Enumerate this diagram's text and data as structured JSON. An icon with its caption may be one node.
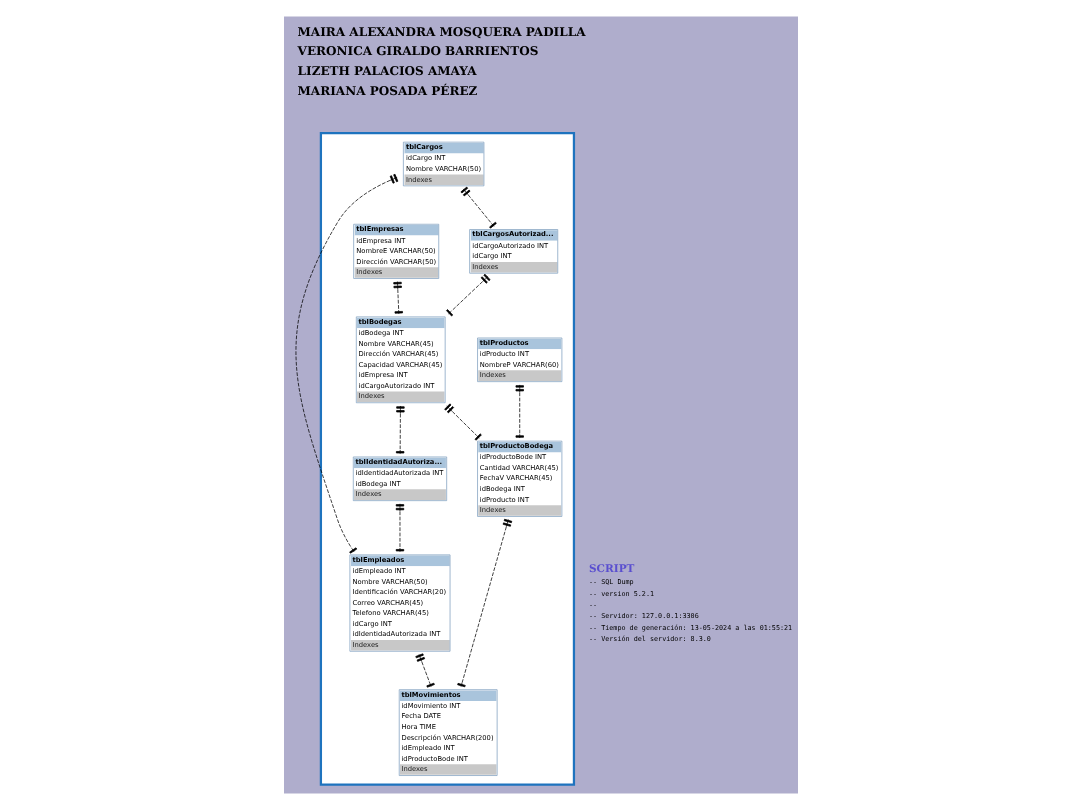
{
  "diagram": {
    "nodes": [
      {
        "text": [],
        "shape": "box"
      },
      {
        "text": [
          "tblCargos",
          "idCargo INT",
          "Nombre VARCHAR(50)",
          "Indexes"
        ],
        "in": 0
      },
      {
        "text": [
          "tblCargosAutorizad...",
          "idCargoAutorizado INT",
          "idCargo INT",
          "Indexes"
        ],
        "in": 0
      },
      {
        "text": [
          "tblEmpresas",
          "idEmpresa INT",
          "NombreE VARCHAR(50)",
          "Dirección VARCHAR(50)",
          "Indexes"
        ],
        "in": 0
      },
      {
        "text": [
          "tblEmpleados",
          "idEmpleado INT",
          "Nombre VARCHAR(50)",
          "Identificación VARCHAR(20)",
          "Correo VARCHAR(45)",
          "Telefono VARCHAR(45)",
          "idCargo INT",
          "idIdentidadAutorizada INT",
          "Indexes"
        ],
        "in": 0
      },
      {
        "text": [
          "tblMovimientos",
          "idMovimiento INT",
          "Fecha DATE",
          "Hora TIME",
          "Descripción VARCHAR(200)",
          "idEmpleado INT",
          "idProductoBode INT",
          "Indexes"
        ],
        "in": 0
      },
      {
        "text": [
          "tblBodegas",
          "idBodega INT",
          "Nombre VARCHAR(45)",
          "Dirección VARCHAR(45)",
          "Capacidad VARCHAR(45)",
          "idEmpresa INT",
          "idCargoAutorizado INT",
          "Indexes"
        ],
        "in": 0
      },
      {
        "text": [
          "tblProductos",
          "idProducto INT",
          "NombreP VARCHAR(60)",
          "Indexes"
        ],
        "in": 0
      },
      {
        "text": [
          "tblProductoBodega",
          "idProductoBode INT",
          "Cantidad VARCHAR(45)",
          "FechaV VARCHAR(45)",
          "idBodega INT",
          "idProducto INT",
          "Indexes"
        ],
        "in": 0
      },
      {
        "text": [
          "tblIdentidadAutoriza...",
          "idIdentidadAutorizada INT",
          "idBodega INT",
          "Indexes"
        ],
        "in": 0
      }
    ],
    "edges": [
      {
        "from": 1,
        "to": 2,
        "arrow": "other",
        "style": "dashed"
      },
      {
        "from": 1,
        "to": 4,
        "arrow": "other",
        "style": "dashed"
      },
      {
        "from": 4,
        "to": 5,
        "arrow": "other",
        "style": "dashed"
      },
      {
        "from": 9,
        "to": 4,
        "arrow": "other",
        "style": "dashed"
      },
      {
        "from": 6,
        "to": 9,
        "arrow": "other",
        "style": "dashed"
      },
      {
        "from": 8,
        "to": 5,
        "arrow": "other",
        "style": "dashed"
      },
      {
        "from": 3,
        "to": 6,
        "arrow": "other",
        "style": "dashed"
      },
      {
        "from": 2,
        "to": 6,
        "arrow": "other",
        "style": "dashed"
      },
      {
        "from": 7,
        "to": 8,
        "arrow": "other",
        "style": "dashed"
      },
      {
        "from": 6,
        "to": 8,
        "arrow": "other",
        "style": "dashed"
      }
    ],
    "labels": [
      "MAIRA ALEXANDRA MOSQUERA PADILLA",
      "VERONICA GIRALDO BARRIENTOS",
      "LIZETH PALACIOS AMAYA",
      "MARIANA POSADA PÉREZ",
      "SCRIPT",
      "-- SQL Dump",
      "-- version 5.2.1",
      "--",
      "-- Servidor: 127.0.0.1:3306",
      "-- Tiempo de generación: 13-05-2024 a las 01:55:21",
      "-- Versión del servidor: 8.3.0"
    ]
  }
}
